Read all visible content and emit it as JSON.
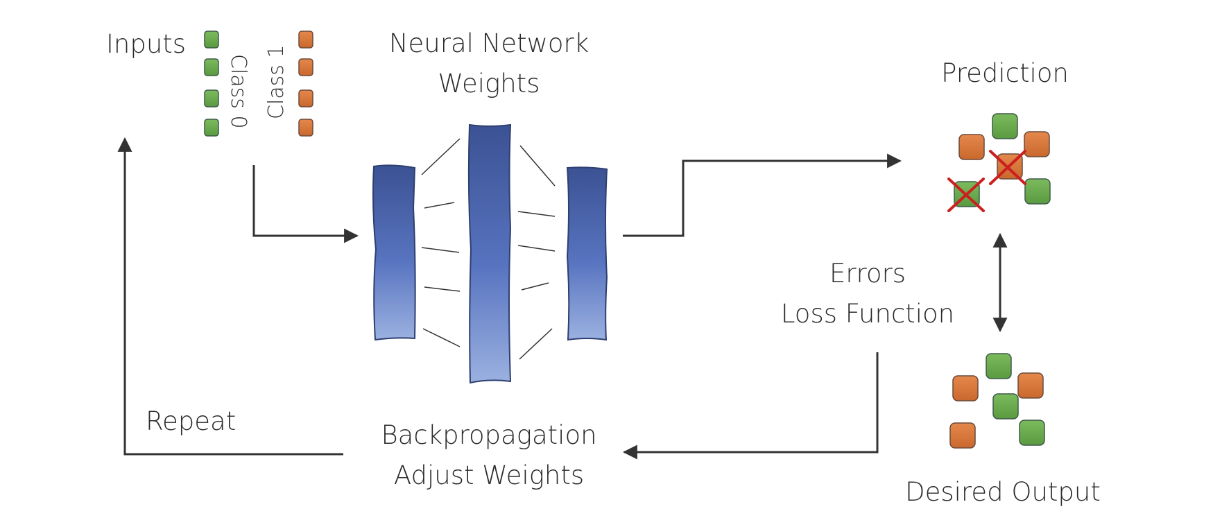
{
  "labels": {
    "inputs": "Inputs",
    "class_0": "Class 0",
    "class_1": "Class 1",
    "network_line1": "Neural Network",
    "network_line2": "Weights",
    "prediction": "Prediction",
    "errors_line1": "Errors",
    "errors_line2": "Loss Function",
    "desired_output": "Desired Output",
    "backprop_line1": "Backpropagation",
    "backprop_line2": "Adjust Weights",
    "repeat": "Repeat"
  },
  "colors": {
    "class_0": "#6aa84f",
    "class_1": "#d9773a",
    "layer_top": "#3b5293",
    "layer_bottom": "#92a9db",
    "error_mark": "#cc1f1f",
    "arrow": "#333333"
  },
  "icons": {
    "wrong_prediction": "x-mark-icon"
  }
}
